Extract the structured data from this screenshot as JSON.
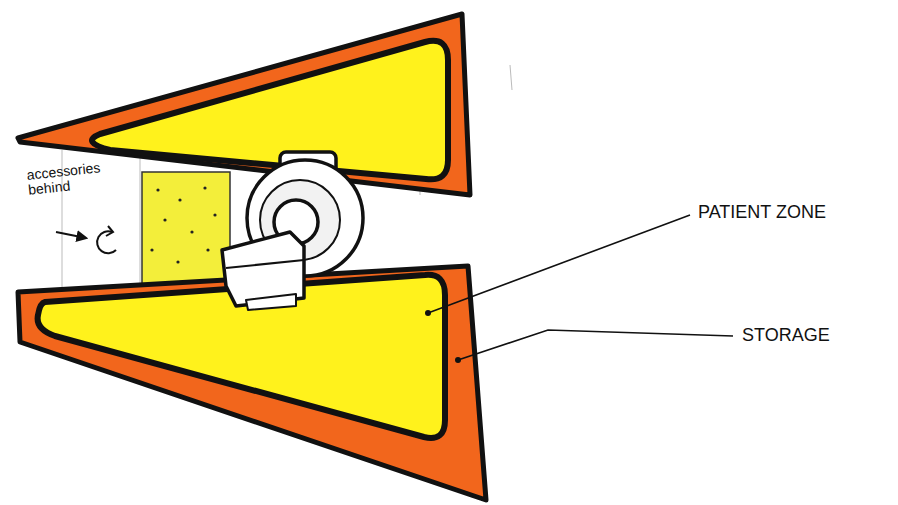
{
  "diagram": {
    "labels": [
      "accessories behind",
      "PATIENT ZONE",
      "STORAGE"
    ]
  }
}
